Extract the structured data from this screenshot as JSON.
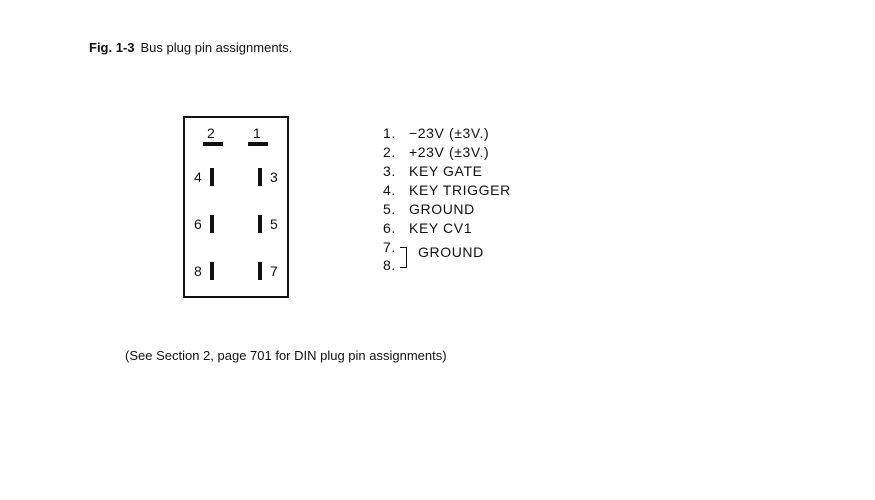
{
  "caption": {
    "fig": "Fig. 1-3",
    "title": "Bus plug pin assignments."
  },
  "plug": {
    "pins": [
      "1",
      "2",
      "3",
      "4",
      "5",
      "6",
      "7",
      "8"
    ]
  },
  "legend": {
    "items": [
      {
        "num": "1.",
        "text": "−23V (±3V.)"
      },
      {
        "num": "2.",
        "text": "+23V (±3V.)"
      },
      {
        "num": "3.",
        "text": "KEY GATE"
      },
      {
        "num": "4.",
        "text": "KEY TRIGGER"
      },
      {
        "num": "5.",
        "text": "GROUND"
      },
      {
        "num": "6.",
        "text": "KEY CV1"
      }
    ],
    "grouped": {
      "num_a": "7.",
      "num_b": "8.",
      "text": "GROUND"
    }
  },
  "note": "(See Section 2, page 701 for DIN plug pin assignments)"
}
